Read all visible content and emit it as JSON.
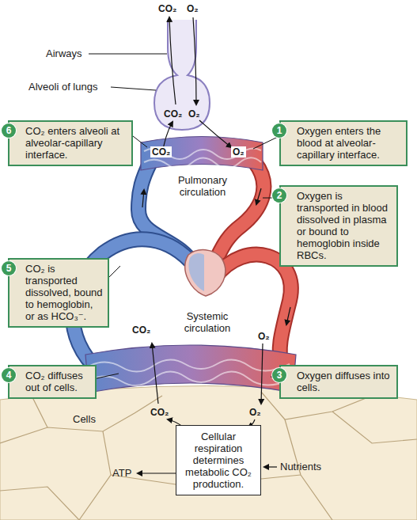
{
  "diagram": {
    "nodes": [
      {
        "text": [
          "CO₂ enters alveoli at alveolar-capillary interface."
        ]
      },
      {
        "text": [
          "Oxygen enters the blood at alveolar-capillary interface."
        ]
      },
      {
        "text": [
          "Oxygen is transported in blood dissolved in plasma or bound to hemoglobin inside RBCs."
        ]
      },
      {
        "text": [
          "CO₂ is transported dissolved, bound to hemoglobin, or as HCO₃⁻."
        ]
      },
      {
        "text": [
          "CO₂ diffuses out of cells."
        ]
      },
      {
        "text": [
          "Oxygen diffuses into cells."
        ]
      },
      {
        "text": [
          "Cellular respiration determines metabolic CO₂ production."
        ]
      }
    ],
    "labels": [
      "CO₂",
      "O₂",
      "Airways",
      "Alveoli of lungs",
      "CO₂",
      "O₂",
      "CO₂",
      "O₂",
      "Pulmonary circulation",
      "CO₂",
      "O₂",
      "Systemic circulation",
      "CO₂",
      "O₂",
      "Cells",
      "ATP",
      "Nutrients",
      "6",
      "1",
      "2",
      "5",
      "4",
      "3"
    ]
  }
}
